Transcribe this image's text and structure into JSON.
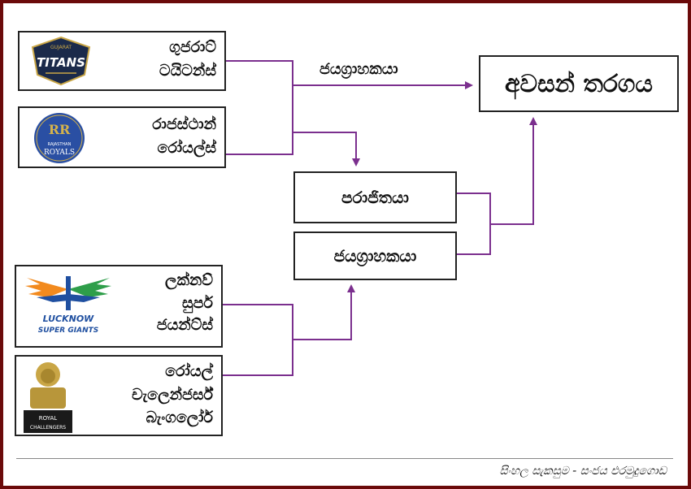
{
  "teams": [
    {
      "name": "ගුජරාට්\nටයිටන්ස්",
      "logo_text": "TITANS",
      "logo_subtext": "GUJARAT",
      "logo_icon": "titans-shield-icon",
      "logo_color": "#1b2a4a",
      "accent": "#c9a646"
    },
    {
      "name": "රාජස්ථාන්\nරෝයල්ස්",
      "logo_text": "ROYALS",
      "logo_subtext": "RAJASTHAN",
      "logo_icon": "royals-crest-icon",
      "logo_color": "#2a4fa3",
      "accent": "#d4b24c"
    },
    {
      "name": "ලක්නව්\nසුපර්\nජයන්ට්ස්",
      "logo_text": "LUCKNOW",
      "logo_subtext": "SUPER GIANTS",
      "logo_icon": "lsg-wings-icon",
      "logo_color": "#1f4fa0",
      "accent": "#f28a1e"
    },
    {
      "name": "රෝයල්\nචැලෙන්ජර්ස්\nබැංගලෝර්",
      "logo_text": "ROYAL",
      "logo_subtext": "CHALLENGERS",
      "logo_icon": "rcb-lion-icon",
      "logo_color": "#1a1a1a",
      "accent": "#c9a646"
    }
  ],
  "stages": {
    "loser": "පරාජිතයා",
    "winner": "ජයග්‍රාහකයා",
    "final": "අවසන් තරගය"
  },
  "edge_labels": {
    "winner_to_final": "ජයග්‍රාහකයා"
  },
  "credit": "සිංහල සැකසුම - සංජය එරමුදුගොඩ",
  "colors": {
    "connector": "#7b2f8e",
    "frame": "#6b0a0a"
  }
}
